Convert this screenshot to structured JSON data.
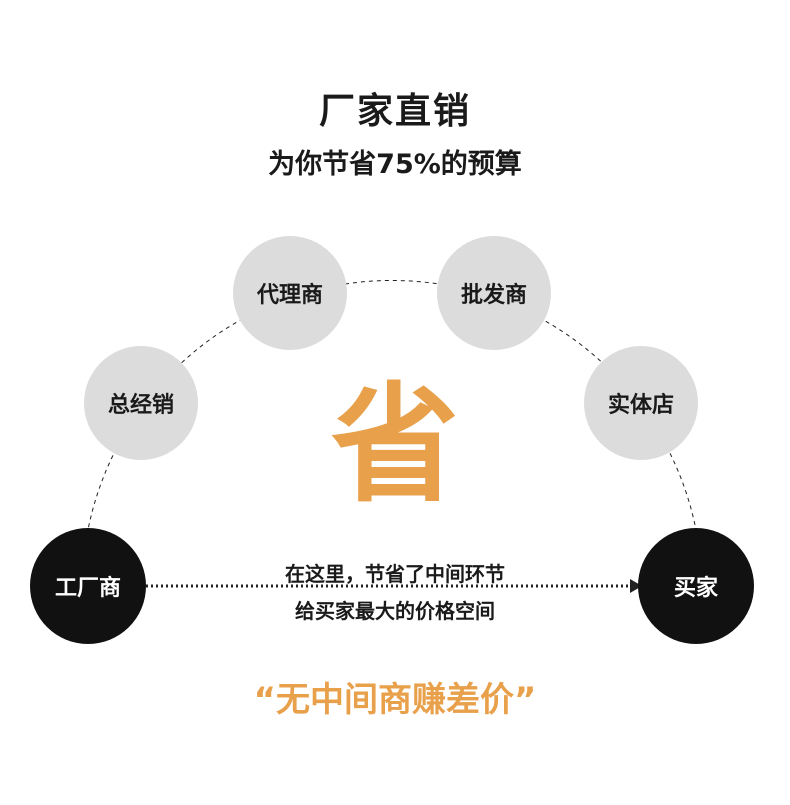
{
  "header": {
    "title": "厂家直销",
    "subtitle": "为你节省75%的预算"
  },
  "nodes": {
    "factory": "工厂商",
    "general_distributor": "总经销",
    "agent": "代理商",
    "wholesaler": "批发商",
    "retail_store": "实体店",
    "buyer": "买家"
  },
  "center": {
    "big_char": "省",
    "line1": "在这里，节省了中间环节",
    "line2": "给买家最大的价格空间"
  },
  "slogan": "“无中间商赚差价”",
  "colors": {
    "accent": "#e8a04a",
    "gray_node": "#dcdcdc",
    "black_node": "#111111"
  }
}
